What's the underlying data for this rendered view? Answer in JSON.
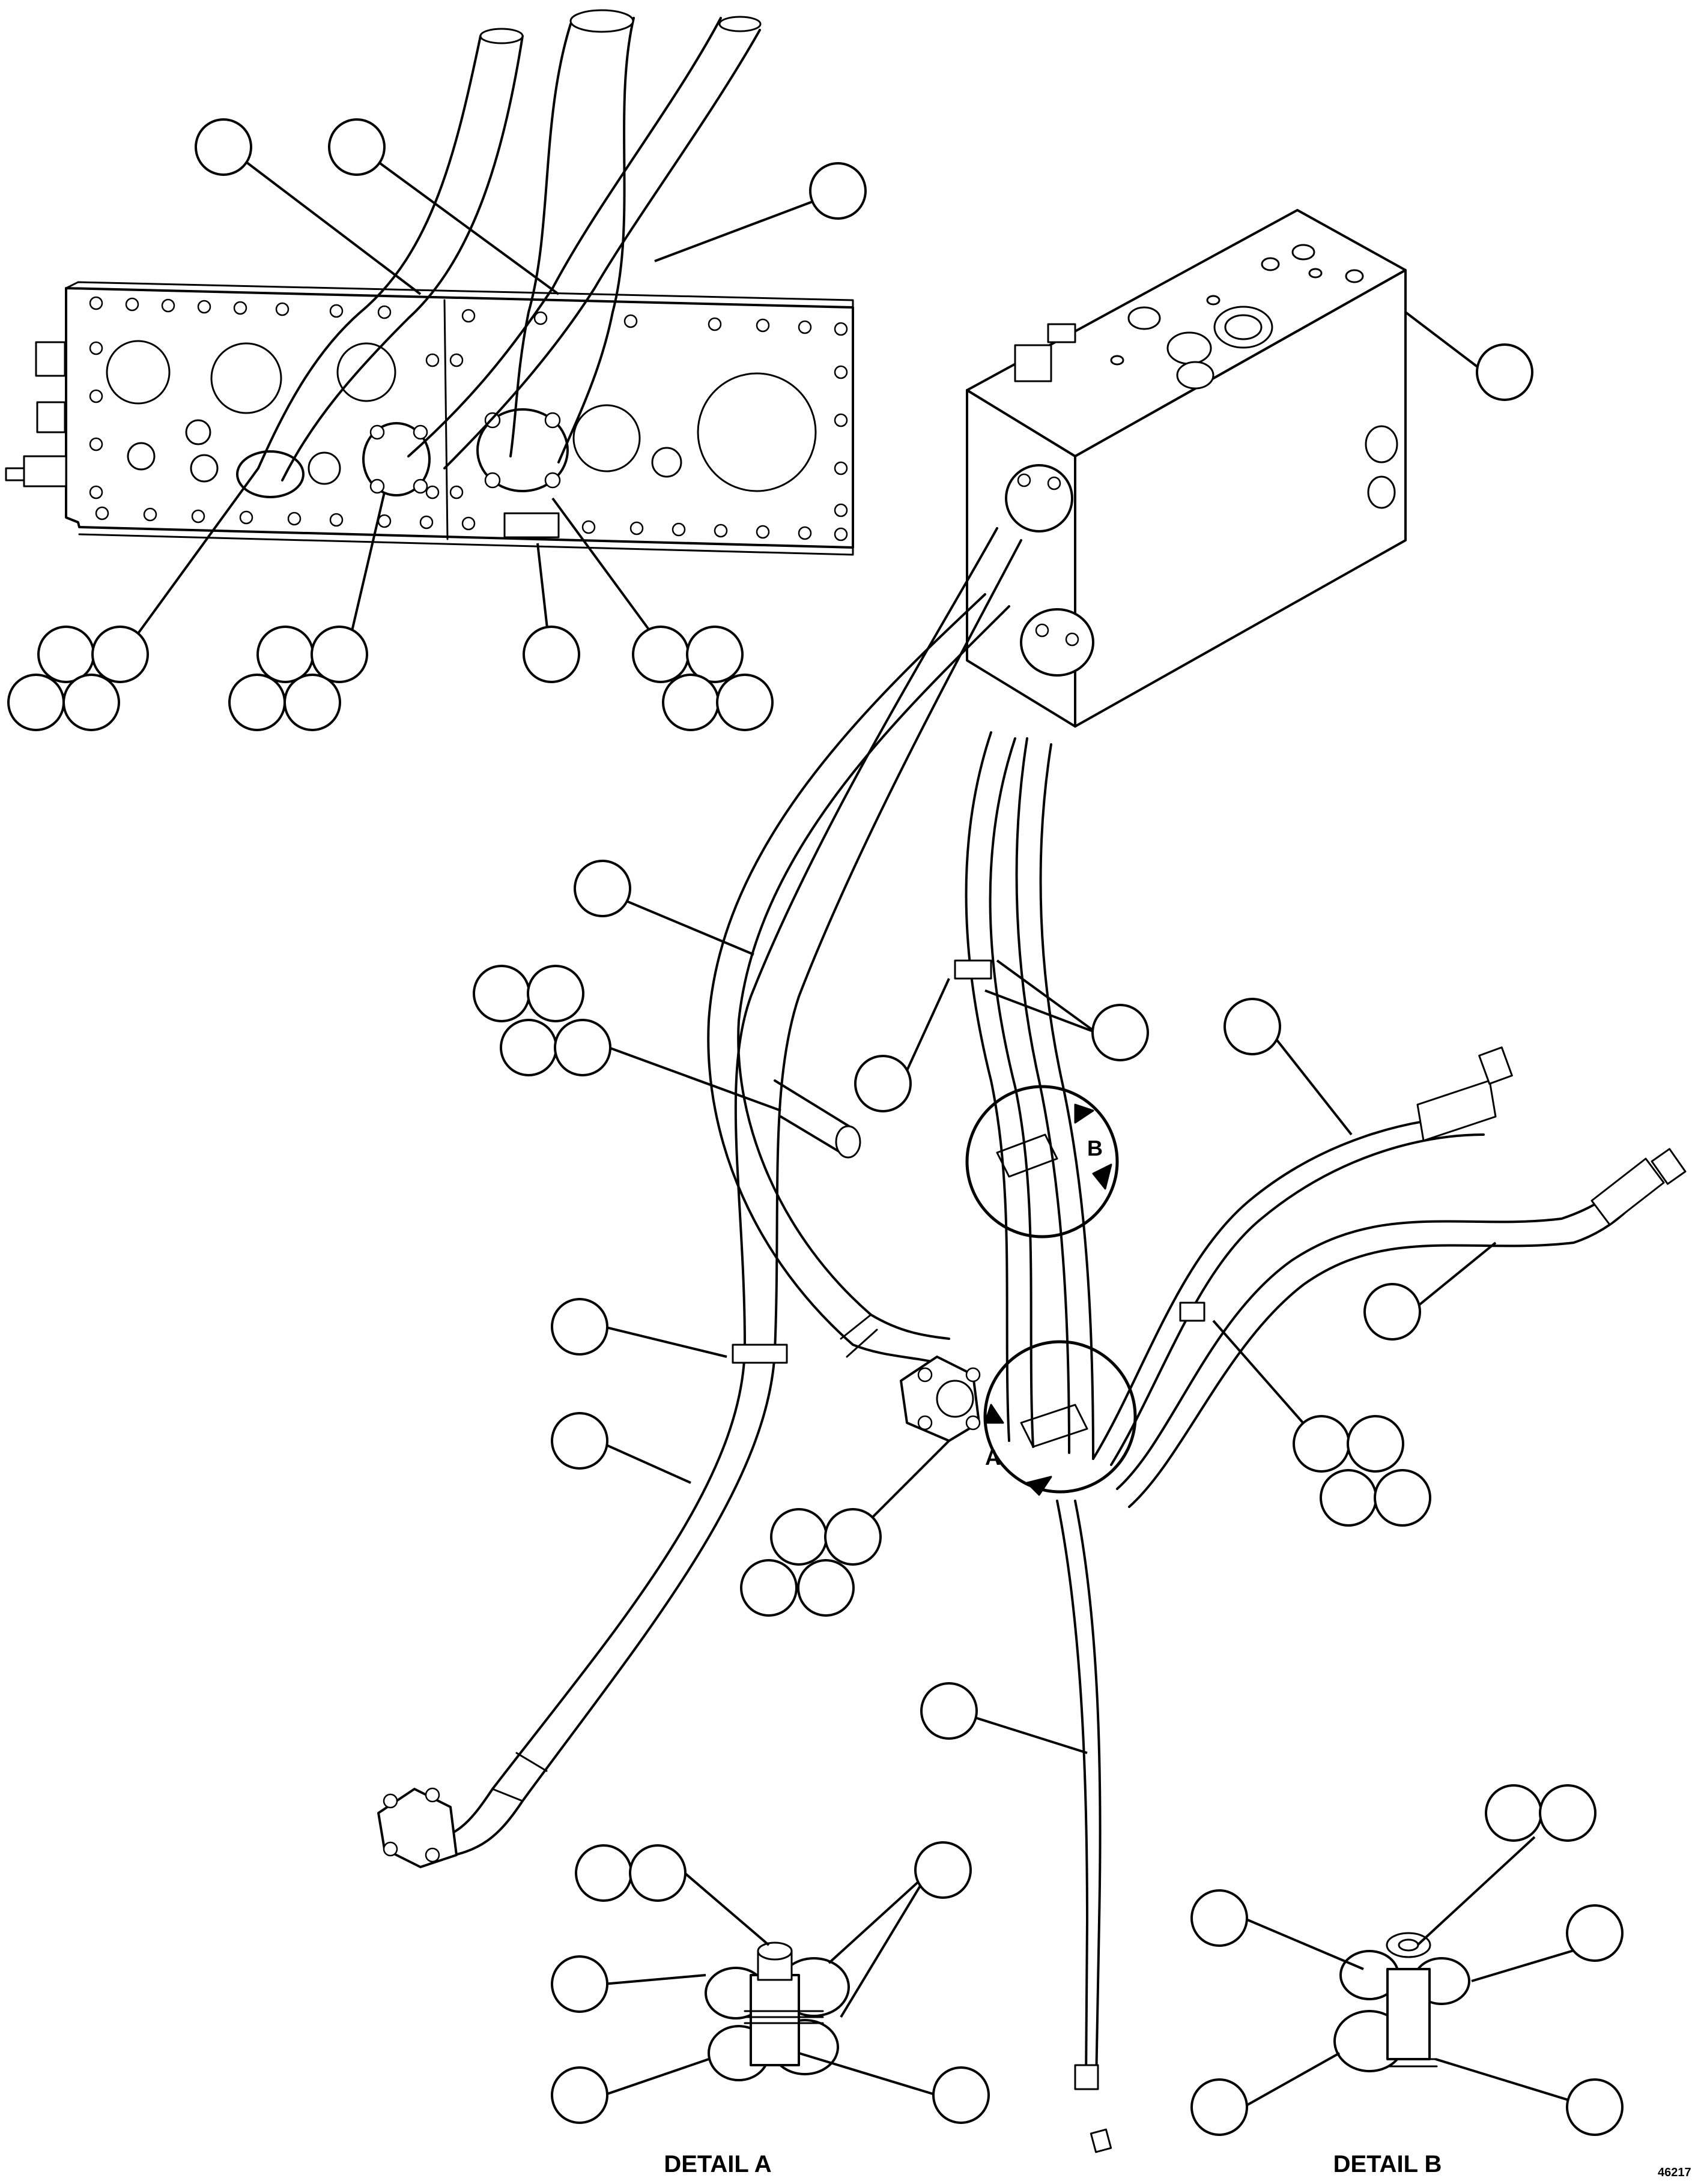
{
  "detail_letters": {
    "a": "A",
    "b": "B"
  },
  "captions": {
    "detail_a": "DETAIL A",
    "detail_b": "DETAIL B"
  },
  "drawing_number": "46217"
}
